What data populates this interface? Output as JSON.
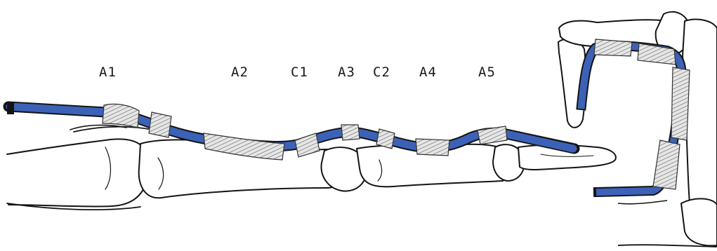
{
  "labels": {
    "a1": "A1",
    "a2": "A2",
    "c1": "C1",
    "a3": "A3",
    "c2": "C2",
    "a4": "A4",
    "a5": "A5"
  },
  "colors": {
    "tendon": "#3c62b8",
    "outline": "#141414",
    "pulley": "#dcdcdc",
    "bone": "#ffffff"
  }
}
